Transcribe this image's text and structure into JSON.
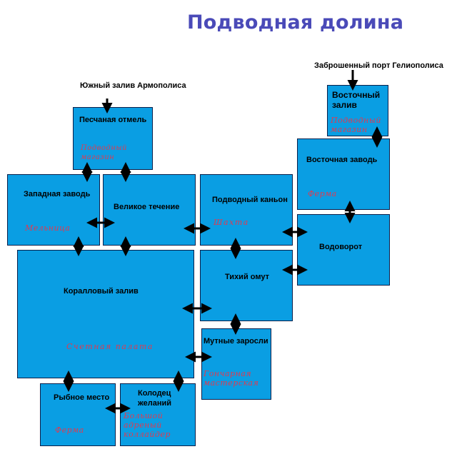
{
  "title": "Подводная долина",
  "external": {
    "south_bay": "Южный залив Армополиса",
    "east_port": "Заброшенный порт Гелиополиса"
  },
  "zones": {
    "sandbank": {
      "name": "Песчаная отмель",
      "sub": "Подводный магазин"
    },
    "west_backwater": {
      "name": "Западная заводь",
      "sub": "Мельница"
    },
    "great_current": {
      "name": "Великое течение"
    },
    "coral_bay": {
      "name": "Коралловый залив",
      "sub": "Счетная палата"
    },
    "fishing_spot": {
      "name": "Рыбное место",
      "sub": "Ферма"
    },
    "wishing_well": {
      "name": "Колодец желаний",
      "sub": "Большой адреный коллайдер"
    },
    "canyon": {
      "name": "Подводный каньон",
      "sub": "Шахта"
    },
    "quiet_pool": {
      "name": "Тихий омут"
    },
    "murky_thicket": {
      "name": "Мутные заросли",
      "sub": "Гончарная мастерская"
    },
    "east_bay": {
      "name": "Восточный залив",
      "sub": "Подводный магазин"
    },
    "east_backwater": {
      "name": "Восточная заводь",
      "sub": "Ферма"
    },
    "whirlpool": {
      "name": "Водоворот"
    }
  },
  "colors": {
    "zone_fill": "#0a9ee3",
    "title": "#4a4ab8",
    "facility_text": "#e03a50"
  }
}
